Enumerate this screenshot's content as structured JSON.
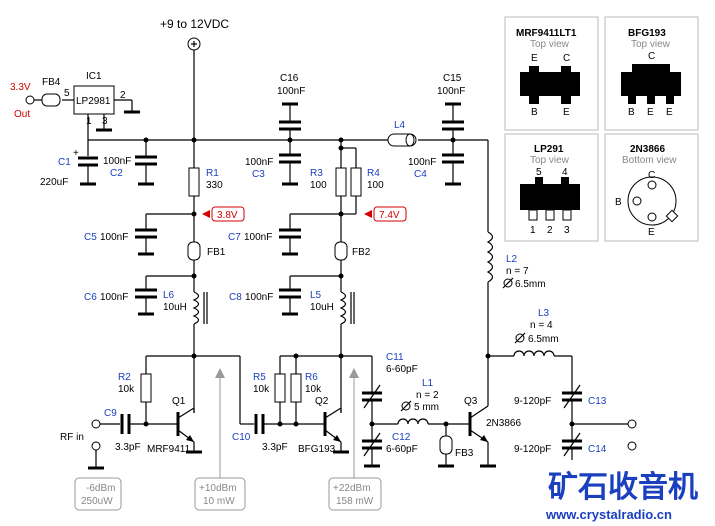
{
  "supply": "+9  to 12VDC",
  "ic": {
    "name": "IC1",
    "part": "LP2981",
    "pin5": "5",
    "pin2": "2",
    "pin1": "1",
    "pin3": "3"
  },
  "fb4": {
    "name": "FB4",
    "v": "3.3V",
    "out": "Out"
  },
  "c1": {
    "name": "C1",
    "value": "220uF"
  },
  "c2": {
    "name": "C2",
    "value": "100nF"
  },
  "c16": {
    "name": "C16",
    "value": "100nF"
  },
  "c3": {
    "name": "C3",
    "value": "100nF"
  },
  "c15": {
    "name": "C15",
    "value": "100nF"
  },
  "c4": {
    "name": "C4",
    "value": "100nF"
  },
  "r1": {
    "name": "R1",
    "value": "330"
  },
  "r3": {
    "name": "R3",
    "value": "100"
  },
  "r4": {
    "name": "R4",
    "value": "100"
  },
  "l4": {
    "name": "L4"
  },
  "v1": "3.8V",
  "v2": "7.4V",
  "c5": {
    "name": "C5",
    "value": "100nF"
  },
  "c7": {
    "name": "C7",
    "value": "100nF"
  },
  "fb1": "FB1",
  "fb2": "FB2",
  "fb3": "FB3",
  "c6": {
    "name": "C6",
    "value": "100nF"
  },
  "l6": {
    "name": "L6",
    "value": "10uH"
  },
  "c8": {
    "name": "C8",
    "value": "100nF"
  },
  "l5": {
    "name": "L5",
    "value": "10uH"
  },
  "l2": {
    "name": "L2",
    "n": "n = 7",
    "d": "6.5mm"
  },
  "l3": {
    "name": "L3",
    "n": "n = 4",
    "d": "6.5mm"
  },
  "r2": {
    "name": "R2",
    "value": "10k"
  },
  "r5": {
    "name": "R5",
    "value": "10k"
  },
  "r6": {
    "name": "R6",
    "value": "10k"
  },
  "q1": {
    "name": "Q1",
    "part": "MRF9411"
  },
  "q2": {
    "name": "Q2",
    "part": "BFG193"
  },
  "q3": {
    "name": "Q3",
    "part": "2N3866"
  },
  "c9": {
    "name": "C9",
    "value": "3.3pF"
  },
  "c10": {
    "name": "C10",
    "value": "3.3pF"
  },
  "rf_in": "RF in",
  "c11": {
    "name": "C11",
    "value": "6-60pF"
  },
  "c12": {
    "name": "C12",
    "value": "6-60pF"
  },
  "l1": {
    "name": "L1",
    "n": "n = 2",
    "d": "5 mm"
  },
  "c13": {
    "name": "C13",
    "value": "9-120pF"
  },
  "c14": {
    "name": "C14",
    "value": "9-120pF"
  },
  "level1": {
    "dbm": "-6dBm",
    "pw": "250uW"
  },
  "level2": {
    "dbm": "+10dBm",
    "pw": "10 mW"
  },
  "level3": {
    "dbm": "+22dBm",
    "pw": "158 mW"
  },
  "packages": {
    "p1": {
      "name": "MRF9411LT1",
      "view": "Top view",
      "pins": [
        "E",
        "C",
        "B",
        "E"
      ]
    },
    "p2": {
      "name": "BFG193",
      "view": "Top view",
      "pins": [
        "C",
        "B",
        "E",
        "E"
      ]
    },
    "p3": {
      "name": "LP291",
      "view": "Top view",
      "pins": [
        "5",
        "4",
        "1",
        "2",
        "3"
      ]
    },
    "p4": {
      "name": "2N3866",
      "view": "Bottom view",
      "pins": [
        "C",
        "B",
        "E"
      ]
    }
  },
  "watermark": {
    "cn": "矿石收音机",
    "url": "www.crystalradio.cn"
  },
  "colors": {
    "blue": "#1a3fbf",
    "red": "#d00000",
    "gray": "#888888"
  }
}
